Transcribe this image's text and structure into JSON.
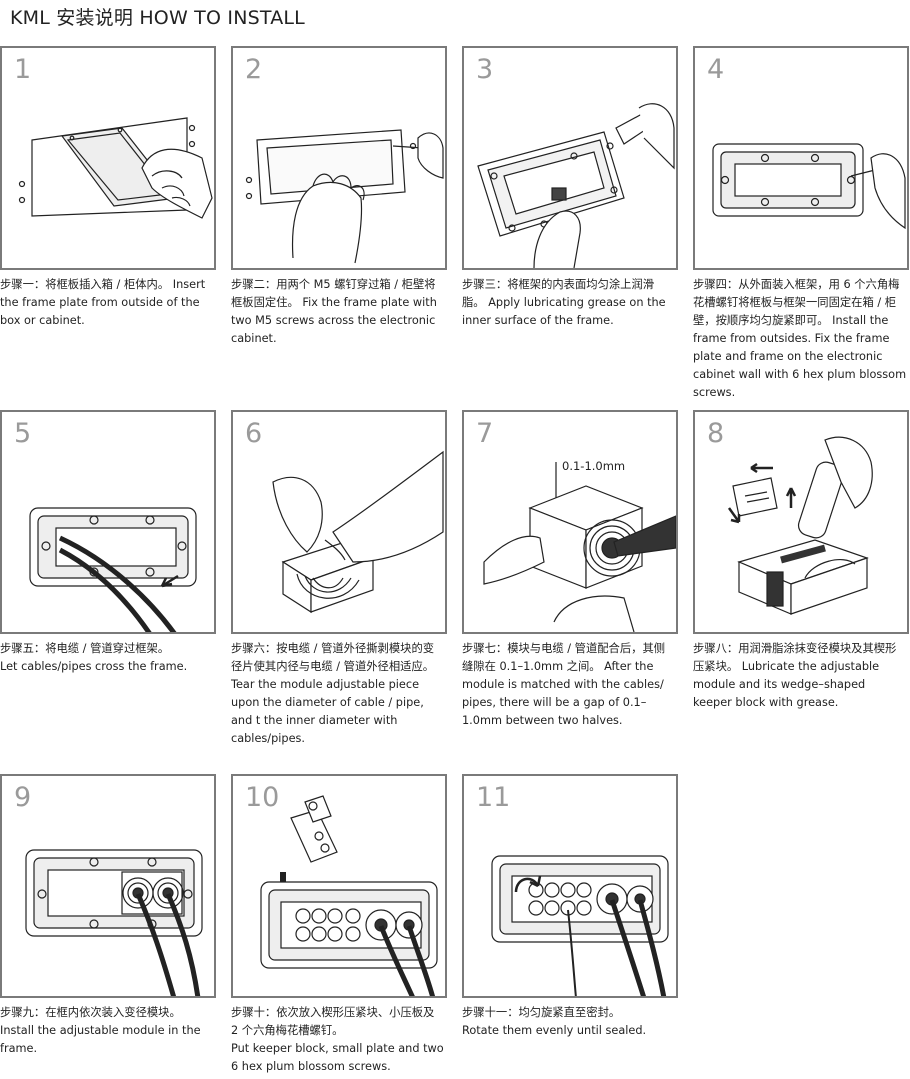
{
  "header": {
    "title": "KML 安装说明 HOW TO INSTALL"
  },
  "steps": [
    {
      "num": "1",
      "zh": "步骤一：将框板插入箱 / 柜体内。",
      "en": "Insert the frame plate from outside of the box or cabinet."
    },
    {
      "num": "2",
      "zh": "步骤二：用两个 M5 螺钉穿过箱 / 柜壁将框板固定住。",
      "en": "Fix the frame plate with two M5 screws across the electronic cabinet."
    },
    {
      "num": "3",
      "zh": "步骤三：将框架的内表面均匀涂上润滑脂。",
      "en": "Apply lubricating grease on the inner surface of the frame."
    },
    {
      "num": "4",
      "zh": "步骤四：从外面装入框架，用 6 个六角梅花槽螺钉将框板与框架一同固定在箱 / 柜壁，按顺序均匀旋紧即可。",
      "en": "Install the frame from outsides. Fix the frame plate and frame on the electronic cabinet wall with 6 hex plum blossom screws."
    },
    {
      "num": "5",
      "zh": "步骤五：将电缆 / 管道穿过框架。",
      "en": "Let cables/pipes cross the frame."
    },
    {
      "num": "6",
      "zh": "步骤六：按电缆 / 管道外径撕剥模块的变径片使其内径与电缆 / 管道外径相适应。",
      "en": "Tear the module adjustable piece upon the diameter of cable / pipe, and t the inner diameter with cables/pipes."
    },
    {
      "num": "7",
      "zh": "步骤七：模块与电缆 / 管道配合后，其侧缝隙在 0.1–1.0mm 之间。",
      "en": "After the module is matched with the cables/ pipes, there will be a gap of 0.1–1.0mm between two halves.",
      "gap_label": "0.1-1.0mm"
    },
    {
      "num": "8",
      "zh": "步骤八：用润滑脂涂抹变径模块及其楔形压紧块。",
      "en": "Lubricate the adjustable module and its wedge–shaped keeper block with grease."
    },
    {
      "num": "9",
      "zh": "步骤九：在框内依次装入变径模块。",
      "en": "Install the adjustable module in the frame."
    },
    {
      "num": "10",
      "zh": "步骤十：依次放入楔形压紧块、小压板及 2 个六角梅花槽螺钉。",
      "en": "Put keeper block, small plate and two 6 hex plum blossom screws."
    },
    {
      "num": "11",
      "zh": "步骤十一：均匀旋紧直至密封。",
      "en": "Rotate them evenly until sealed."
    }
  ],
  "colors": {
    "border": "#7a7a7a",
    "number": "#9a9a9a",
    "line": "#222222",
    "text": "#222222"
  }
}
